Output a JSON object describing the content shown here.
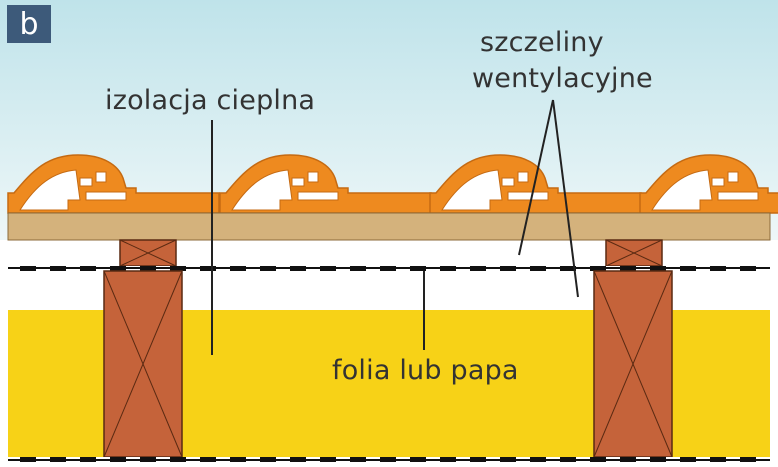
{
  "panel_letter": "b",
  "labels": {
    "izolacja": "izolacja cieplna",
    "szczeliny_line1": "szczeliny",
    "szczeliny_line2": "wentylacyjne",
    "folia": "folia lub papa"
  },
  "colors": {
    "sky_top": "#bfe3ea",
    "sky_bottom": "#eef7f8",
    "tile": "#ee8a1f",
    "tile_dark": "#c56a12",
    "batten_board": "#d4b27c",
    "wood": "#c5633a",
    "wood_dark": "#7a3a1e",
    "insulation": "#f7d217",
    "membrane": "#111111",
    "badge": "#3d5a7a"
  }
}
